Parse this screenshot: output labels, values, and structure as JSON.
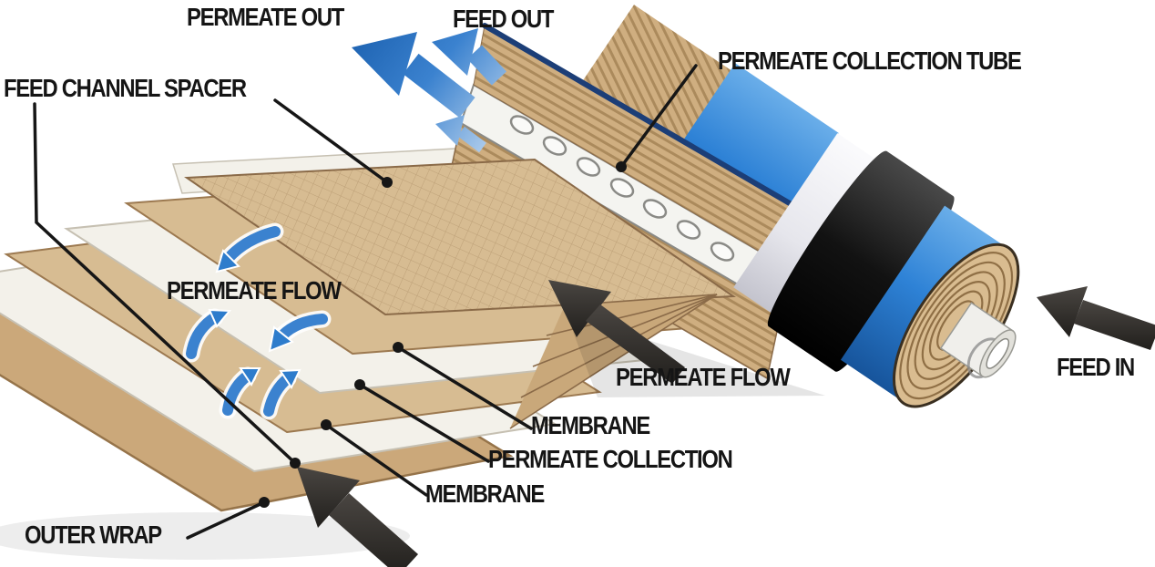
{
  "diagram": {
    "subject": "Spiral-wound reverse osmosis membrane element cutaway diagram",
    "type": "technical-illustration"
  },
  "labels": {
    "permeate_out": "PERMEATE OUT",
    "feed_out": "FEED OUT",
    "permeate_collection_tube": "PERMEATE COLLECTION TUBE",
    "feed_channel_spacer": "FEED CHANNEL SPACER",
    "permeate_flow_left": "PERMEATE FLOW",
    "permeate_flow_right": "PERMEATE FLOW",
    "membrane_upper": "MEMBRANE",
    "permeate_collection": "PERMEATE COLLECTION",
    "membrane_lower": "MEMBRANE",
    "outer_wrap": "OUTER WRAP",
    "feed_in": "FEED IN"
  },
  "arrows": {
    "permeate_out": "large-blue-arrow-up-left",
    "feed_out": "blue-arrow-up-left",
    "permeate_exit_small": "small-blue-arrow-left",
    "permeate_flow_between_layers": "five-curved-blue-arrows",
    "permeate_flow_to_tube": "large-black-arrow-up-left",
    "feed_into_layers": "large-black-arrow-up-left",
    "feed_in": "black-arrow-left"
  },
  "palette": {
    "background": "#ffffff",
    "label_text": "#151515",
    "arrow_blue": "#3b82cf",
    "arrow_blue_dark": "#1a5fae",
    "arrow_black": "#2b2926",
    "leader_line": "#161616",
    "navy_sheet_edge": "#1c3e77",
    "cylinder_blue": "#2e82d6",
    "fiberglass_white_band": "#ededf1",
    "brine_seal_black": "#161616",
    "sheet_tan": "#d7bc92",
    "sheet_tan_edge": "#9c7950",
    "sheet_white": "#f3f1ea",
    "spiral_face_tan": "#d9bc90",
    "spiral_ring": "#8f6f45",
    "center_tube_white": "#f0efeb"
  }
}
